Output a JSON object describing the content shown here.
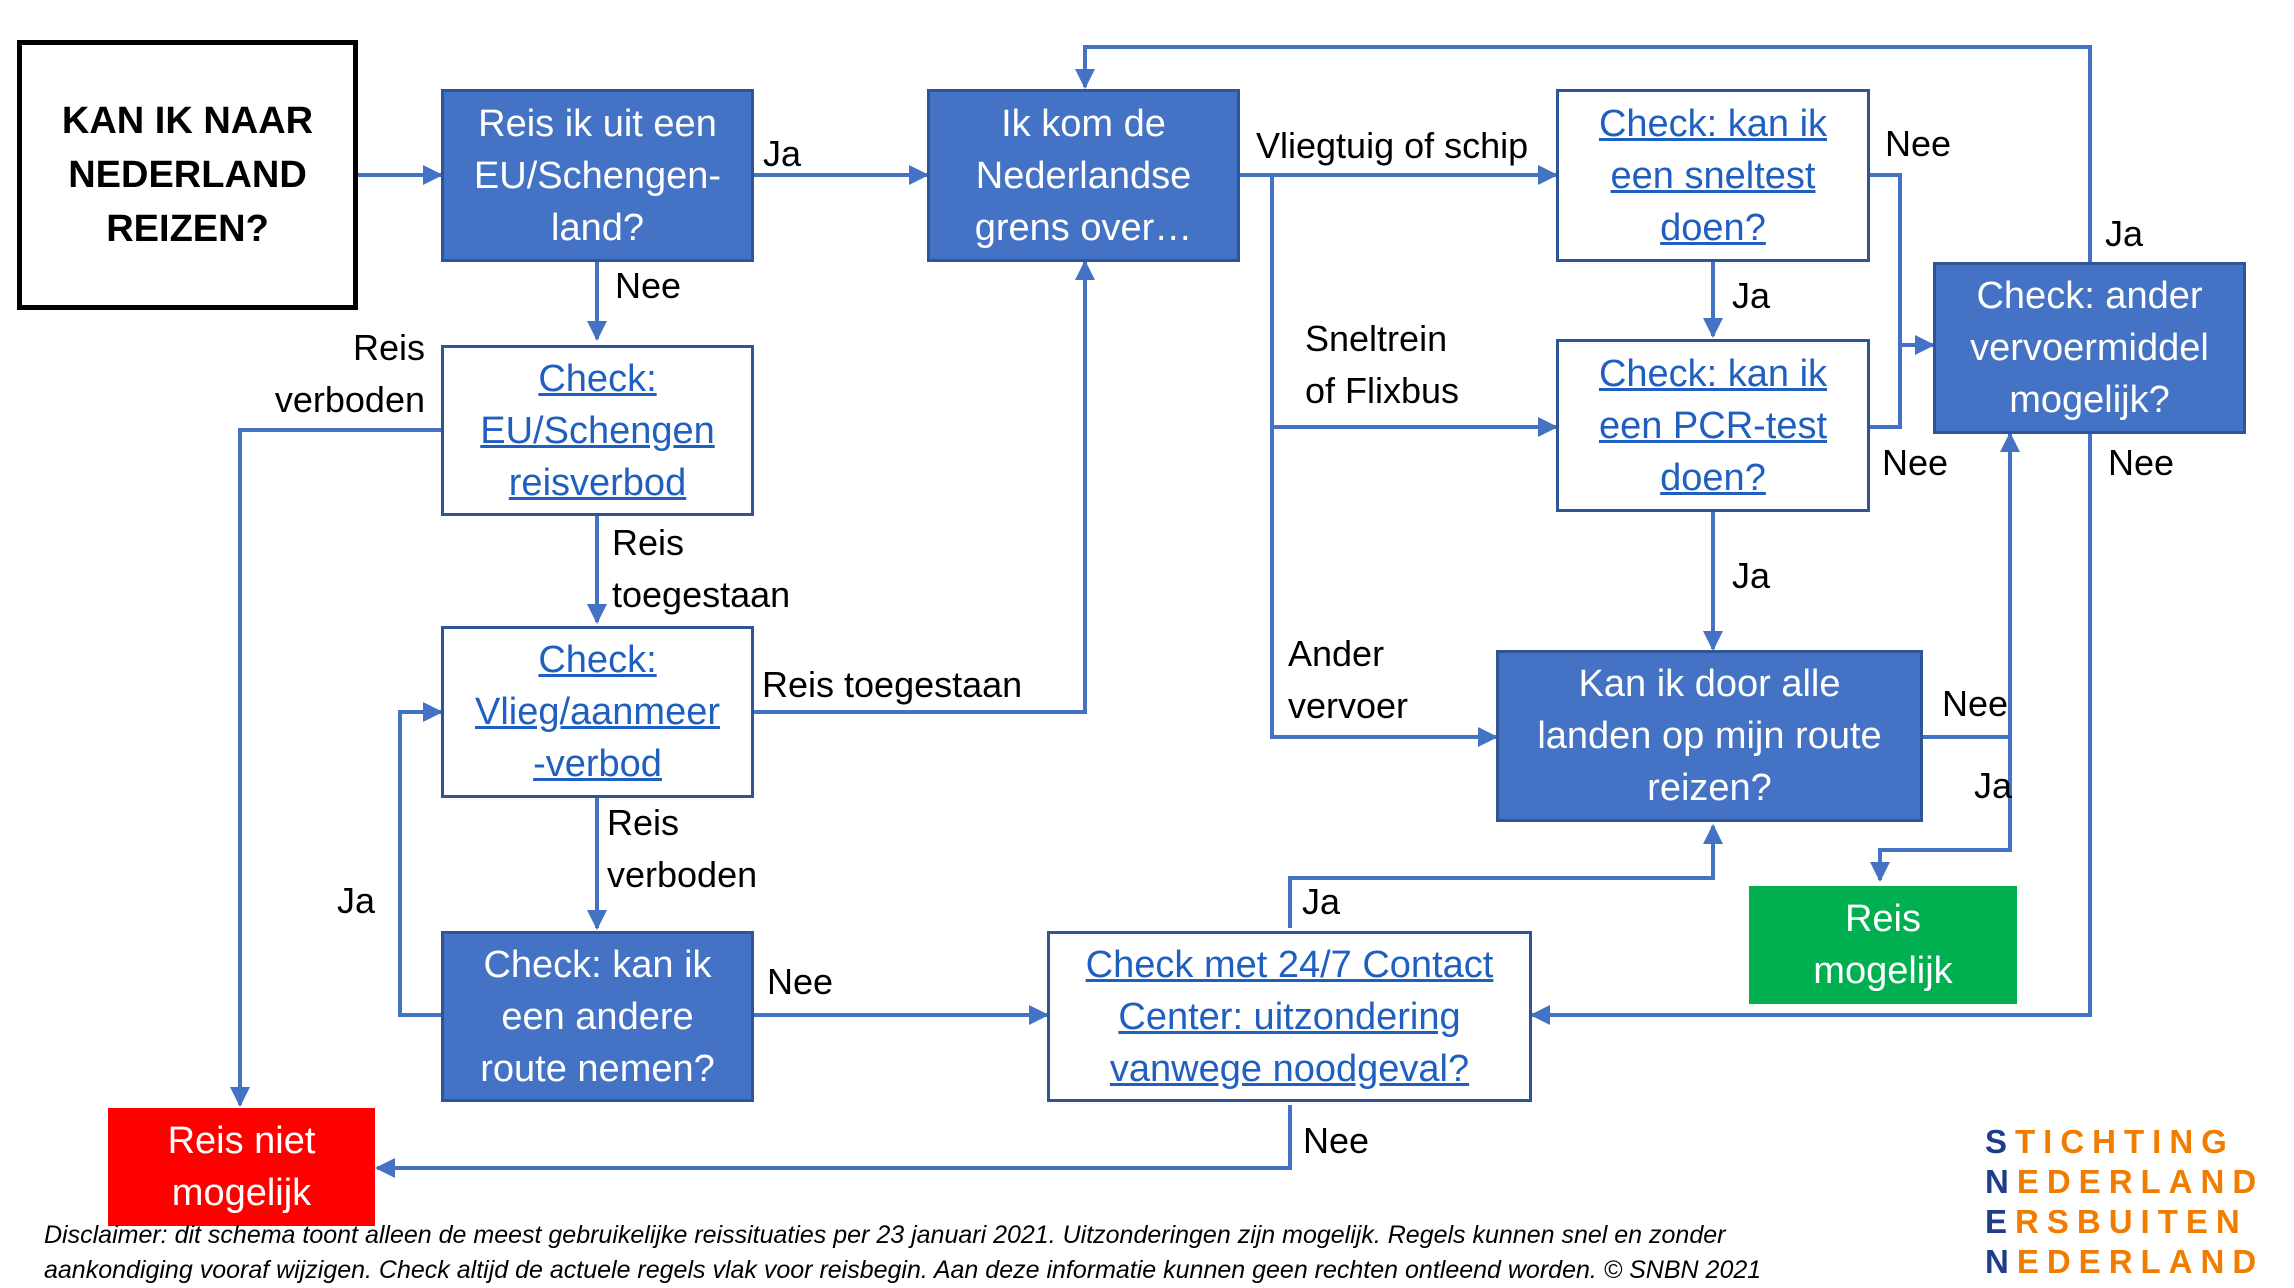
{
  "nodes": {
    "title": [
      "KAN IK NAAR",
      "NEDERLAND",
      "REIZEN?"
    ],
    "eu_schengen": [
      "Reis ik uit een",
      "EU/Schengen-",
      "land?"
    ],
    "grens": [
      "Ik kom de",
      "Nederlandse",
      "grens over…"
    ],
    "check_sneltest": [
      "Check: kan ik",
      "een sneltest",
      "doen?"
    ],
    "check_pcr": [
      "Check: kan ik",
      "een PCR-test",
      "doen?"
    ],
    "check_vervoer": [
      "Check: ander",
      "vervoermiddel",
      "mogelijk?"
    ],
    "check_reisverbod": [
      "Check:",
      "EU/Schengen",
      "reisverbod"
    ],
    "check_vliegverbod": [
      "Check:",
      "Vlieg/aanmeer",
      "-verbod"
    ],
    "check_route": [
      "Check: kan ik",
      "een andere",
      "route nemen?"
    ],
    "landen": [
      "Kan ik door alle",
      "landen op mijn route",
      "reizen?"
    ],
    "contact_center": [
      "Check met 24/7 Contact",
      "Center: uitzondering",
      "vanwege noodgeval?"
    ],
    "reis_niet": [
      "Reis niet",
      "mogelijk"
    ],
    "reis_mogelijk": [
      "Reis",
      "mogelijk"
    ]
  },
  "edge_labels": {
    "ja_eu": "Ja",
    "nee_eu": "Nee",
    "reis_verboden_1": [
      "Reis",
      "verboden"
    ],
    "reis_toegestaan_1": [
      "Reis",
      "toegestaan"
    ],
    "reis_toegestaan_2": "Reis toegestaan",
    "reis_verboden_2": [
      "Reis",
      "verboden"
    ],
    "ja_route": "Ja",
    "nee_route": "Nee",
    "vliegtuig": "Vliegtuig of schip",
    "sneltrein": [
      "Sneltrein",
      "of Flixbus"
    ],
    "ander_vervoer": [
      "Ander",
      "vervoer"
    ],
    "nee_sneltest": "Nee",
    "ja_sneltest": "Ja",
    "nee_pcr": "Nee",
    "ja_pcr": "Ja",
    "ja_vervoer": "Ja",
    "nee_vervoer": "Nee",
    "nee_landen": "Nee",
    "ja_landen": "Ja",
    "ja_contact": "Ja",
    "nee_contact": "Nee"
  },
  "disclaimer": [
    "Disclaimer: dit schema toont alleen de meest gebruikelijke reissituaties per 23 januari 2021. Uitzonderingen zijn mogelijk. Regels kunnen snel en zonder",
    "aankondiging vooraf wijzigen. Check altijd de actuele regels vlak voor reisbegin. Aan deze informatie kunnen geen rechten ontleend worden. © SNBN 2021"
  ],
  "logo": [
    "STICHTING",
    "NEDERLAND",
    "ERSBUITEN",
    "NEDERLAND"
  ],
  "colors": {
    "connector": "#4472c4",
    "box_blue": "#4472c4",
    "link_text": "#1f5fc0",
    "red": "#ff0000",
    "green": "#00b050",
    "logo_blue": "#1f3c88",
    "logo_orange": "#f07c00"
  }
}
